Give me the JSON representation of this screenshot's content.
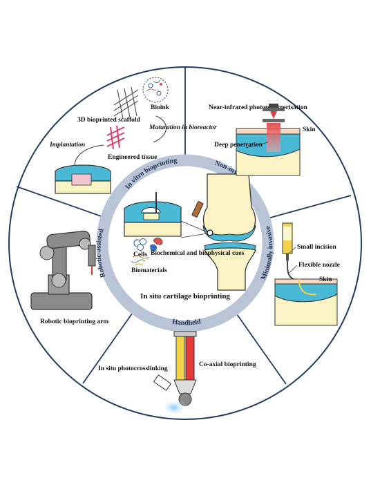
{
  "center": {
    "title": "In situ cartilage bioprinting",
    "inset_labels": {
      "cells": "Cells",
      "cues": "Biochemical and biophysical cues",
      "biomaterials": "Biomaterials"
    }
  },
  "ring": {
    "in_vitro": "In vitro bioprinting",
    "non_invasive": "Non-invasive",
    "minimally_invasive": "Minimally invasive",
    "handheld": "Handheld",
    "robotic": "Robotic-assisted"
  },
  "sectors": {
    "in_vitro": {
      "bioink": "Bioink",
      "scaffold": "3D bioprinted scaffold",
      "maturation": "Maturation in bioreactor",
      "implantation": "Implantation",
      "engineered": "Engineered tissue"
    },
    "non_invasive": {
      "nir": "Near-infrared photopolymerisation",
      "skin": "Skin",
      "deep": "Deep penetration"
    },
    "minimally_invasive": {
      "incision": "Small incision",
      "nozzle": "Flexible nozzle",
      "skin": "Skin"
    },
    "handheld": {
      "photo": "In situ photocrosslinking",
      "coaxial": "Co-axial bioprinting"
    },
    "robotic": {
      "arm": "Robotic bioprinting arm"
    }
  },
  "colors": {
    "ring": "#b9c4d6",
    "outline": "#1f3a63",
    "cartilage": "#49b9d6",
    "bone": "#fbf3c4",
    "skin": "#f7d9c4",
    "red": "#e33a3a",
    "yellow": "#f4d34a",
    "arm": "#8a8a8a"
  }
}
